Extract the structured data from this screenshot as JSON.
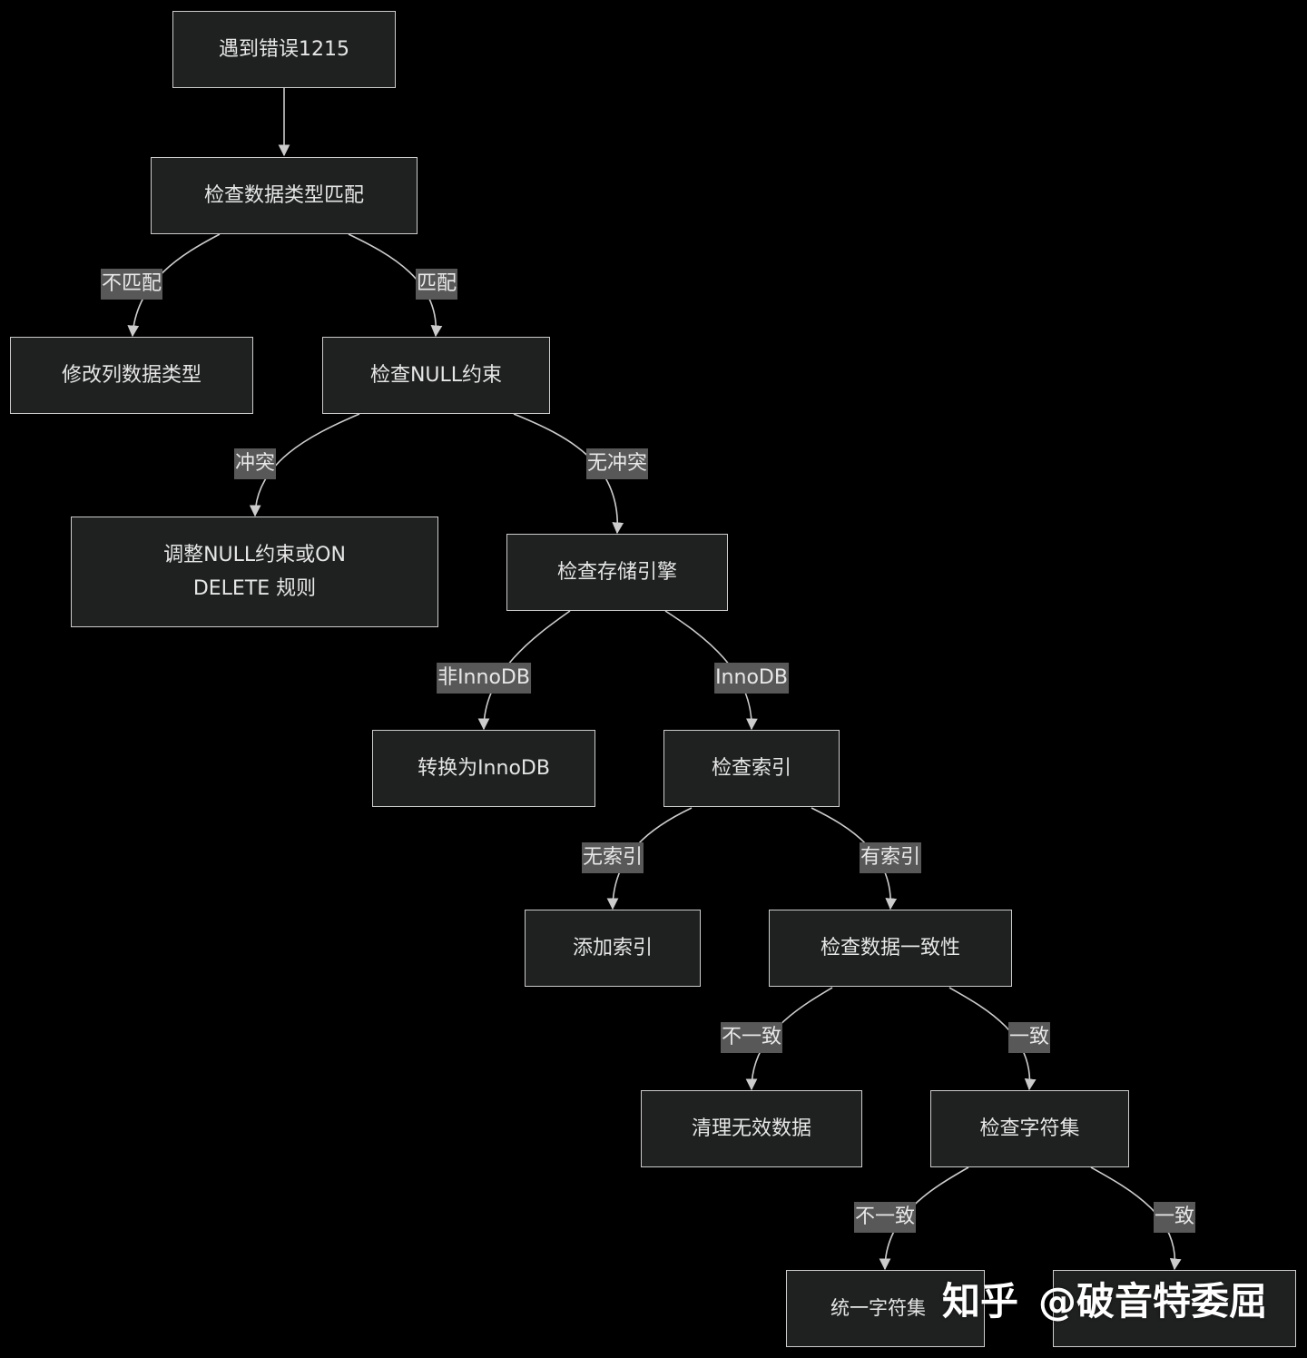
{
  "nodes": {
    "n1": "遇到错误1215",
    "n2": "检查数据类型匹配",
    "n3": "修改列数据类型",
    "n4": "检查NULL约束",
    "n5": "调整NULL约束或ON DELETE 规则",
    "n6": "检查存储引擎",
    "n7": "转换为InnoDB",
    "n8": "检查索引",
    "n9": "添加索引",
    "n10": "检查数据一致性",
    "n11": "清理无效数据",
    "n12": "检查字符集",
    "n13": "统一字符集",
    "n14": ""
  },
  "edge_labels": {
    "e2_3": "不匹配",
    "e2_4": "匹配",
    "e4_5": "冲突",
    "e4_6": "无冲突",
    "e6_7": "非InnoDB",
    "e6_8": "InnoDB",
    "e8_9": "无索引",
    "e8_10": "有索引",
    "e10_11": "不一致",
    "e10_12": "一致",
    "e12_13": "不一致",
    "e12_14": "一致"
  },
  "watermark": {
    "site": "知乎",
    "author": "@破音特委屈"
  },
  "colors": {
    "background": "#000000",
    "node_fill": "#1f2020",
    "node_border": "#cccccc",
    "edge": "#cccccc",
    "label_fill": "#585858",
    "text": "#e6e6e6"
  }
}
